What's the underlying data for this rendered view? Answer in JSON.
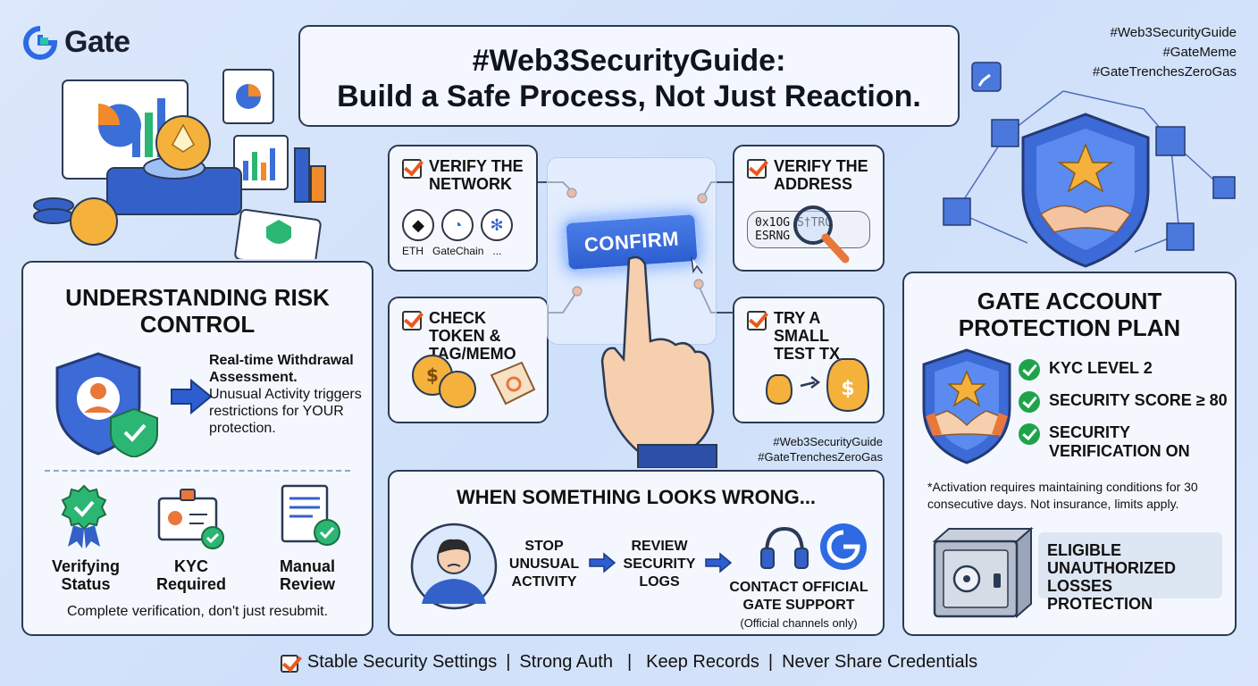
{
  "brand": {
    "name": "Gate",
    "color": "#2d6ae3"
  },
  "hashtags_top": [
    "#Web3SecurityGuide",
    "#GateMeme",
    "#GateTrenchesZeroGas"
  ],
  "title": {
    "line1": "#Web3SecurityGuide:",
    "line2": "Build a Safe Process, Not Just Reaction."
  },
  "steps": {
    "verify_network": {
      "title": "VERIFY THE NETWORK",
      "networks": [
        "ETH",
        "GateChain",
        "..."
      ]
    },
    "verify_address": {
      "title": "VERIFY THE ADDRESS",
      "address": "0x1OG S†TRG ESRNG"
    },
    "check_token": {
      "title": "CHECK TOKEN & TAG/MEMO"
    },
    "test_tx": {
      "title": "TRY A SMALL TEST TX"
    }
  },
  "confirm_label": "CONFIRM",
  "hashtags_mid": [
    "#Web3SecurityGuide",
    "#GateTrenchesZeroGas"
  ],
  "wrong": {
    "title": "WHEN SOMETHING LOOKS WRONG...",
    "step1": "STOP UNUSUAL ACTIVITY",
    "step2": "REVIEW SECURITY LOGS",
    "step3": "CONTACT OFFICIAL GATE SUPPORT",
    "step3_note": "(Official channels only)"
  },
  "risk": {
    "title": "UNDERSTANDING RISK CONTROL",
    "heading": "Real-time Withdrawal Assessment.",
    "body": "Unusual Activity triggers restrictions for YOUR protection.",
    "items": [
      "Verifying Status",
      "KYC Required",
      "Manual Review"
    ],
    "footer": "Complete verification, don't just resubmit."
  },
  "plan": {
    "title": "GATE ACCOUNT PROTECTION PLAN",
    "items": [
      "KYC LEVEL 2",
      "SECURITY SCORE ≥ 80",
      "SECURITY VERIFICATION ON"
    ],
    "note": "*Activation requires maintaining conditions for 30 consecutive days. Not insurance, limits apply.",
    "eligible": "ELIGIBLE UNAUTHORIZED LOSSES PROTECTION"
  },
  "bottom": [
    "Stable Security Settings",
    "Strong Auth",
    "Keep Records",
    "Never Share Credentials"
  ],
  "colors": {
    "accent_orange": "#e8591c",
    "check_green": "#1fa34a",
    "shield_blue": "#2d5ed0",
    "outline": "#2b3a55"
  }
}
